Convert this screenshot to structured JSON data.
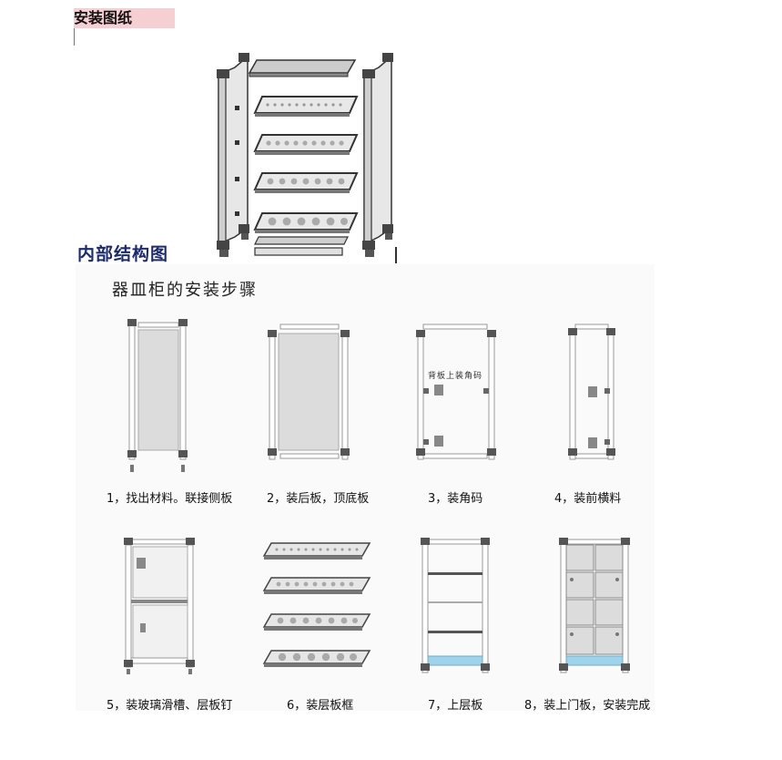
{
  "doc": {
    "heading": "安装图纸",
    "section_title": "内部结构图",
    "steps_title": "器皿柜的安装步骤"
  },
  "steps": [
    {
      "label": "1，找出材料。联接侧板"
    },
    {
      "label": "2，装后板，顶底板"
    },
    {
      "label": "3，装角码"
    },
    {
      "label": "4，装前横料"
    },
    {
      "label": "5，装玻璃滑槽、层板钉"
    },
    {
      "label": "6，装层板框"
    },
    {
      "label": "7，上层板"
    },
    {
      "label": "8，装上门板，安装完成"
    }
  ],
  "step3_note": "背板上装角码",
  "colors": {
    "heading_highlight": "#f6cfd3",
    "section_title": "#1c2a6e",
    "frame": "#9a9a9a",
    "panel_gray": "#dedede",
    "shelf_blue": "#9fd3ec"
  }
}
